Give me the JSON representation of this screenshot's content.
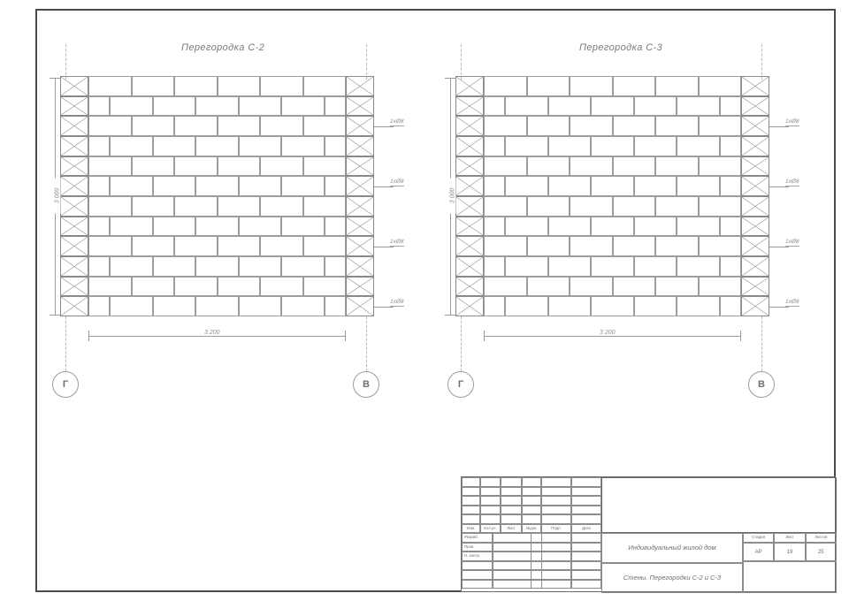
{
  "sheet": {
    "title": "Стены. Перегородки С-2 и С-3",
    "project": "Индивидуальный жилой дом"
  },
  "walls": [
    {
      "id": "C-2",
      "title": "Перегородка С-2",
      "height_dim": "3 000",
      "width_dim": "3 200",
      "axis_left": "Г",
      "axis_right": "В",
      "callouts": [
        "1xØ8",
        "1xØ8",
        "1xØ8",
        "1xØ8"
      ],
      "courses": 12,
      "bricks_per_course": 6
    },
    {
      "id": "C-3",
      "title": "Перегородка С-3",
      "height_dim": "3 000",
      "width_dim": "3 200",
      "axis_left": "Г",
      "axis_right": "В",
      "callouts": [
        "1xØ8",
        "1xØ8",
        "1xØ8",
        "1xØ8"
      ],
      "courses": 12,
      "bricks_per_course": 6
    }
  ],
  "stamp": {
    "header_cols": [
      "Изм.",
      "Кол.уч.",
      "Лист",
      "№док.",
      "Подп.",
      "Дата"
    ],
    "roles": [
      "Разраб.",
      "Пров.",
      "Н. контр."
    ],
    "project_label": "Индивидуальный жилой дом",
    "sheet_label": "Стены. Перегородки С-2 и С-3",
    "stage_headers": [
      "Стадия",
      "Лист",
      "Листов"
    ],
    "stage_values": [
      "АР",
      "19",
      "25"
    ]
  },
  "colors": {
    "line": "#9a9a9a",
    "line_dark": "#6d6d6d",
    "frame": "#4a4a4a",
    "text": "#7a7a7a"
  }
}
